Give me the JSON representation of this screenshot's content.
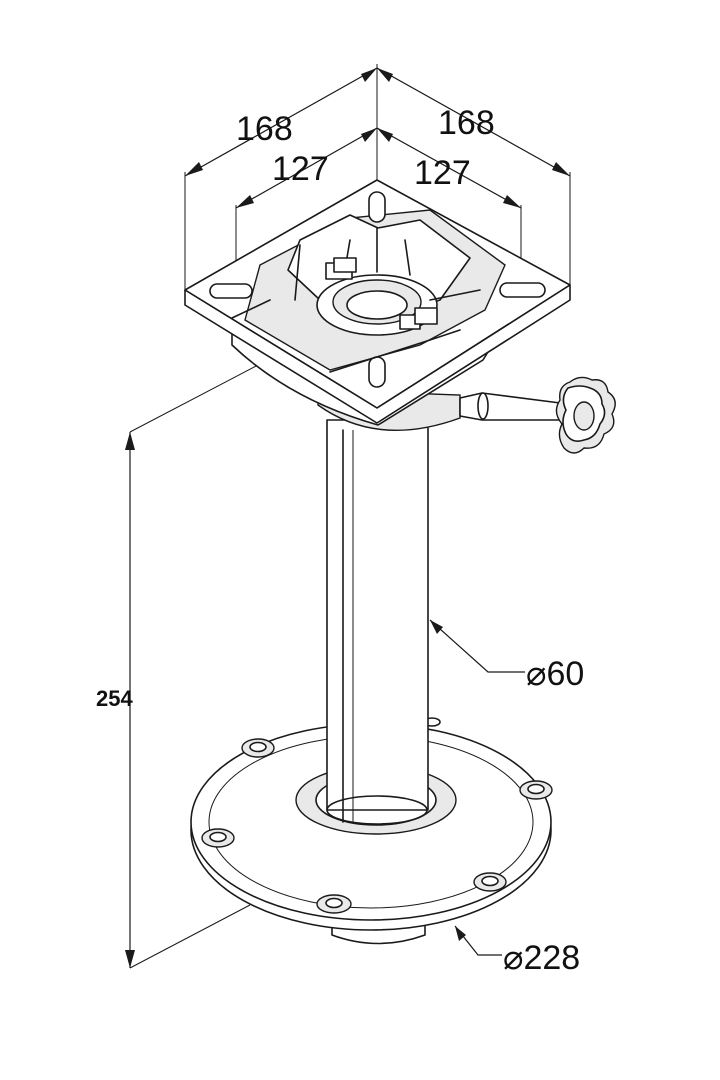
{
  "dimensions": {
    "outer_width_left": "168",
    "outer_width_right": "168",
    "inner_width_left": "127",
    "inner_width_right": "127",
    "height": "254",
    "column_diameter": "⌀60",
    "base_diameter": "⌀228"
  },
  "colors": {
    "stroke": "#1a1a1a",
    "background": "#ffffff",
    "shade": "#e9e9e9"
  }
}
